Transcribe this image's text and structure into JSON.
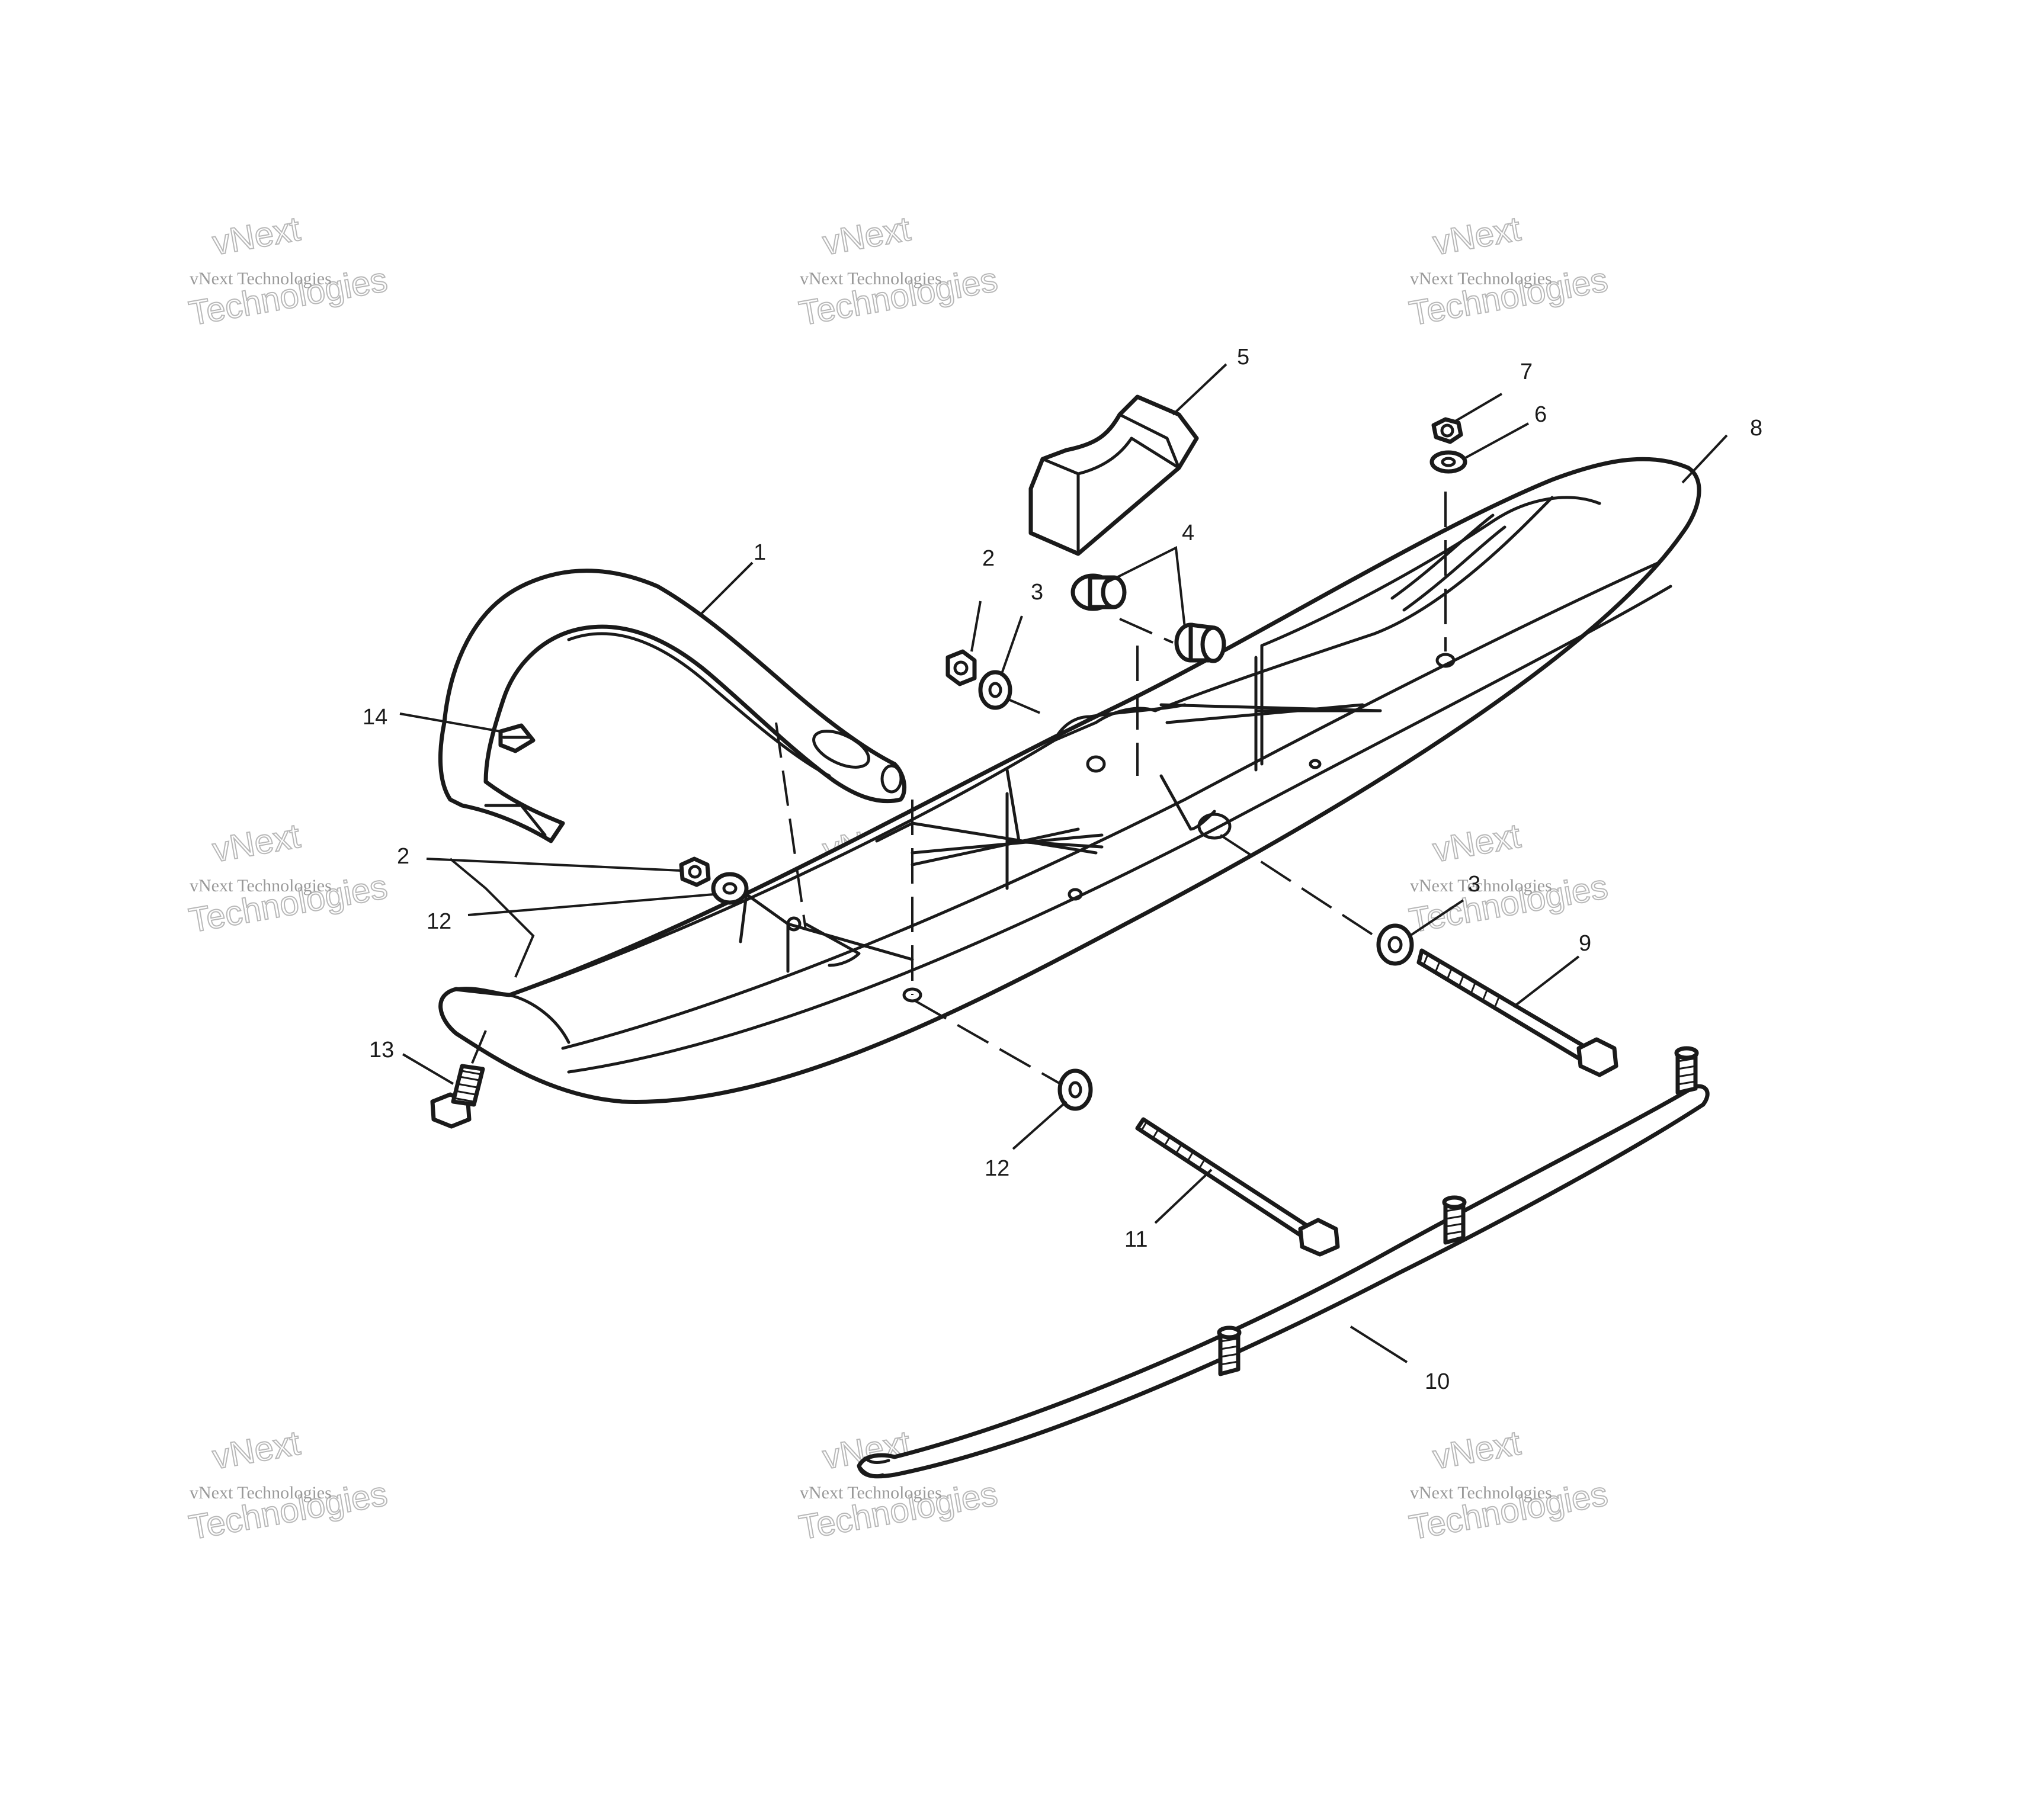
{
  "callouts": {
    "c1": "1",
    "c2a": "2",
    "c2b": "2",
    "c3a": "3",
    "c3b": "3",
    "c4": "4",
    "c5": "5",
    "c6": "6",
    "c7": "7",
    "c8": "8",
    "c9": "9",
    "c10": "10",
    "c11": "11",
    "c12a": "12",
    "c12b": "12",
    "c13": "13",
    "c14": "14"
  },
  "watermark": {
    "line_small": "vNext Technologies",
    "line_large_top": "vNext",
    "line_large_bottom": "Technologies"
  },
  "colors": {
    "ink": "#1a1a1a",
    "background": "#ffffff",
    "watermark": "#9a9a9a"
  }
}
